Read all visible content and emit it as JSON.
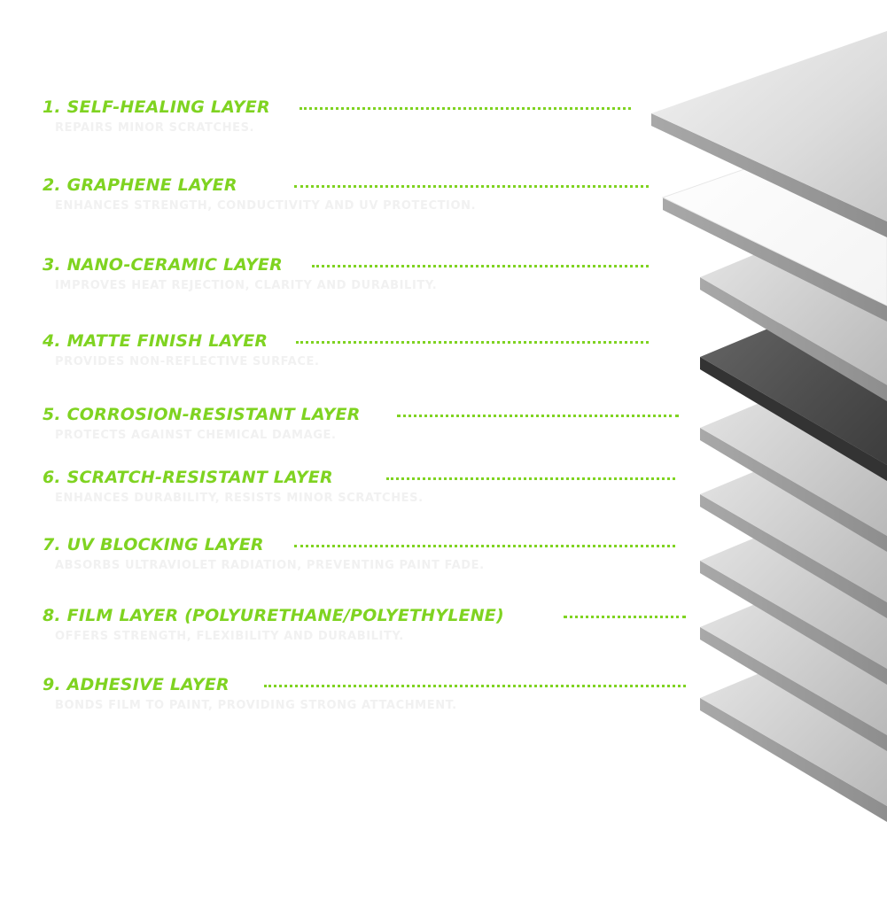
{
  "colors": {
    "accent": "#7fd321",
    "description": "#f1f1f1",
    "background": "#ffffff"
  },
  "layers": [
    {
      "title": "1.  SELF-HEALING LAYER",
      "description": "REPAIRS MINOR SCRATCHES.",
      "sheet_shade": "light-gray"
    },
    {
      "title": "2. GRAPHENE LAYER",
      "description": "ENHANCES STRENGTH, CONDUCTIVITY AND UV PROTECTION.",
      "sheet_shade": "white"
    },
    {
      "title": "3. NANO-CERAMIC LAYER",
      "description": "IMPROVES HEAT REJECTION, CLARITY AND DURABILITY.",
      "sheet_shade": "light-gray"
    },
    {
      "title": "4. MATTE FINISH LAYER",
      "description": "PROVIDES NON-REFLECTIVE SURFACE.",
      "sheet_shade": "dark-gray"
    },
    {
      "title": "5. CORROSION-RESISTANT LAYER",
      "description": "PROTECTS AGAINST CHEMICAL DAMAGE.",
      "sheet_shade": "light-gray"
    },
    {
      "title": "6. SCRATCH-RESISTANT LAYER",
      "description": "ENHANCES DURABILITY, RESISTS MINOR SCRATCHES.",
      "sheet_shade": "light-gray"
    },
    {
      "title": "7. UV BLOCKING LAYER",
      "description": "ABSORBS ULTRAVIOLET RADIATION, PREVENTING PAINT FADE.",
      "sheet_shade": "light-gray"
    },
    {
      "title": "8. FILM LAYER (POLYURETHANE/POLYETHYLENE)",
      "description": "OFFERS STRENGTH, FLEXIBILITY AND DURABILITY.",
      "sheet_shade": "light-gray"
    },
    {
      "title": "9. ADHESIVE LAYER",
      "description": "BONDS FILM TO PAINT, PROVIDING STRONG ATTACHMENT.",
      "sheet_shade": "light-gray"
    }
  ]
}
